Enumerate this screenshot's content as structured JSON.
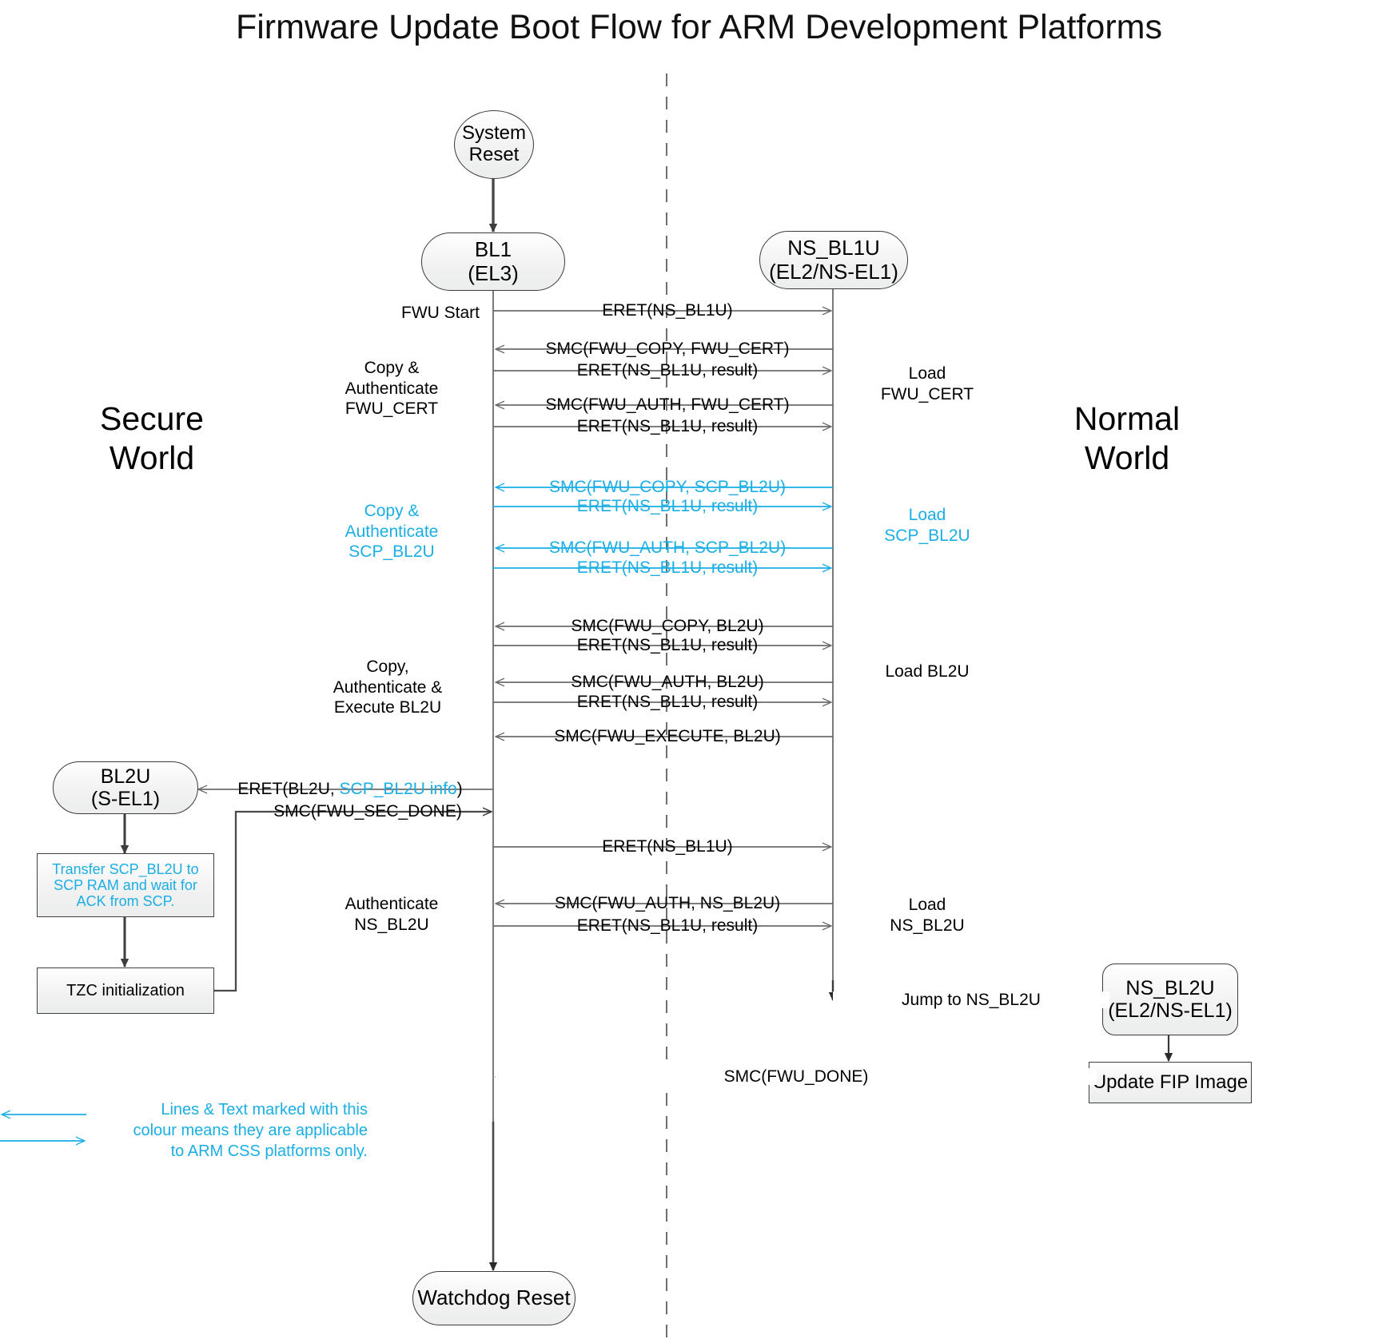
{
  "title": "Firmware Update Boot Flow for ARM Development Platforms",
  "colors": {
    "css_cyan": "#1BAEE4",
    "line_dark": "#545454",
    "line_black": "#1a1a1a",
    "node_fill": "#f2f2f2",
    "node_stroke": "#3b3b3b"
  },
  "worlds": {
    "secure_line1": "Secure",
    "secure_line2": "World",
    "normal_line1": "Normal",
    "normal_line2": "World"
  },
  "nodes": {
    "system_reset": {
      "line1": "System",
      "line2": "Reset"
    },
    "bl1": {
      "line1": "BL1",
      "line2": "(EL3)"
    },
    "ns_bl1u": {
      "line1": "NS_BL1U",
      "line2": "(EL2/NS-EL1)"
    },
    "bl2u": {
      "line1": "BL2U",
      "line2": "(S-EL1)"
    },
    "transfer_scp": {
      "line1": "Transfer SCP_BL2U to",
      "line2": "SCP RAM and wait for",
      "line3": "ACK from SCP."
    },
    "tzc_init": {
      "line1": "TZC initialization"
    },
    "ns_bl2u": {
      "line1": "NS_BL2U",
      "line2": "(EL2/NS-EL1)"
    },
    "update_fip": {
      "line1": "Update FIP Image"
    },
    "watchdog_reset": {
      "line1": "Watchdog Reset"
    }
  },
  "left_annotations": [
    {
      "id": "fwu-start",
      "lines": [
        "FWU Start"
      ]
    },
    {
      "id": "copy-auth-fwu-cert",
      "lines": [
        "Copy &",
        "Authenticate",
        "FWU_CERT"
      ]
    },
    {
      "id": "copy-auth-scp-bl2u",
      "lines": [
        "Copy &",
        "Authenticate",
        "SCP_BL2U"
      ]
    },
    {
      "id": "copy-auth-exec-bl2u",
      "lines": [
        "Copy,",
        "Authenticate &",
        "Execute BL2U"
      ]
    },
    {
      "id": "authenticate-ns-bl2u",
      "lines": [
        "Authenticate",
        "NS_BL2U"
      ]
    }
  ],
  "right_annotations": [
    {
      "id": "load-fwu-cert",
      "lines": [
        "Load",
        "FWU_CERT"
      ]
    },
    {
      "id": "load-scp-bl2u",
      "lines": [
        "Load",
        "SCP_BL2U"
      ]
    },
    {
      "id": "load-bl2u",
      "lines": [
        "Load BL2U"
      ]
    },
    {
      "id": "load-ns-bl2u",
      "lines": [
        "Load",
        "NS_BL2U"
      ]
    }
  ],
  "messages": [
    {
      "id": "m1",
      "text": "ERET(NS_BL1U)",
      "dir": "right",
      "cyan": false
    },
    {
      "id": "m2",
      "text": "SMC(FWU_COPY, FWU_CERT)",
      "dir": "left",
      "cyan": false
    },
    {
      "id": "m3",
      "text": "ERET(NS_BL1U, result)",
      "dir": "right",
      "cyan": false
    },
    {
      "id": "m4",
      "text": "SMC(FWU_AUTH, FWU_CERT)",
      "dir": "left",
      "cyan": false
    },
    {
      "id": "m5",
      "text": "ERET(NS_BL1U, result)",
      "dir": "right",
      "cyan": false
    },
    {
      "id": "m6",
      "text": "SMC(FWU_COPY, SCP_BL2U)",
      "dir": "left",
      "cyan": true
    },
    {
      "id": "m7",
      "text": "ERET(NS_BL1U, result)",
      "dir": "right",
      "cyan": true
    },
    {
      "id": "m8",
      "text": "SMC(FWU_AUTH, SCP_BL2U)",
      "dir": "left",
      "cyan": true
    },
    {
      "id": "m9",
      "text": "ERET(NS_BL1U, result)",
      "dir": "right",
      "cyan": true
    },
    {
      "id": "m10",
      "text": "SMC(FWU_COPY, BL2U)",
      "dir": "left",
      "cyan": false
    },
    {
      "id": "m11",
      "text": "ERET(NS_BL1U, result)",
      "dir": "right",
      "cyan": false
    },
    {
      "id": "m12",
      "text": "SMC(FWU_AUTH, BL2U)",
      "dir": "left",
      "cyan": false
    },
    {
      "id": "m13",
      "text": "ERET(NS_BL1U, result)",
      "dir": "right",
      "cyan": false
    },
    {
      "id": "m14",
      "text": "SMC(FWU_EXECUTE, BL2U)",
      "dir": "left",
      "cyan": false
    },
    {
      "id": "m17",
      "text": "ERET(NS_BL1U)",
      "dir": "right",
      "cyan": false
    },
    {
      "id": "m18",
      "text": "SMC(FWU_AUTH, NS_BL2U)",
      "dir": "left",
      "cyan": false
    },
    {
      "id": "m19",
      "text": "ERET(NS_BL1U, result)",
      "dir": "right",
      "cyan": false
    }
  ],
  "secure_messages": {
    "eret_bl2u_prefix": "ERET(BL2U, ",
    "eret_bl2u_cyan": "SCP_BL2U info",
    "eret_bl2u_suffix": ")",
    "smc_fwu_sec_done": "SMC(FWU_SEC_DONE)"
  },
  "bottom_messages": {
    "jump_to_ns_bl2u": "Jump to NS_BL2U",
    "smc_fwu_done": "SMC(FWU_DONE)"
  },
  "legend": {
    "line1": "Lines & Text marked with this",
    "line2": "colour means they are applicable",
    "line3": "to ARM CSS platforms only."
  }
}
